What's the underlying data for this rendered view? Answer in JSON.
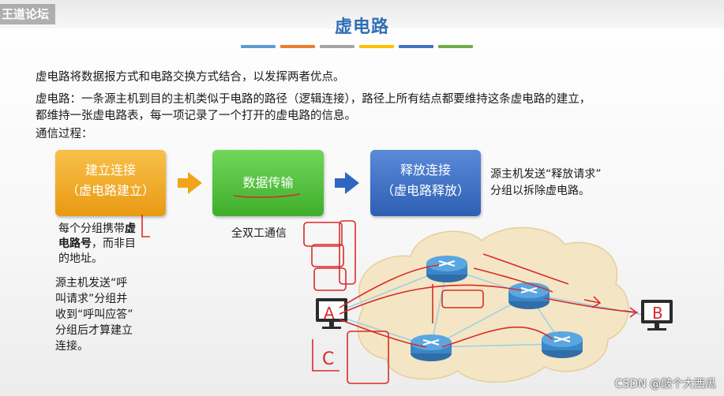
{
  "header": {
    "brand": "王道论坛",
    "title": "虚电路",
    "bar_colors": [
      "#5b9bd5",
      "#ed7d31",
      "#a5a5a5",
      "#ffc000",
      "#4472c4",
      "#70ad47"
    ]
  },
  "paragraphs": {
    "intro": "虚电路将数据报方式和电路交换方式结合，以发挥两者优点。",
    "definition_line1": "虚电路：一条源主机到目的主机类似于电路的路径（逻辑连接），路径上所有结点都要维持这条虚电路的建立，",
    "definition_line2": "都维持一张虚电路表，每一项记录了一个打开的虚电路的信息。",
    "process_label": "通信过程："
  },
  "steps": [
    {
      "line1": "建立连接",
      "line2": "（虚电路建立）"
    },
    {
      "line1": "数据传输",
      "line2": ""
    },
    {
      "line1": "释放连接",
      "line2": "（虚电路释放）"
    }
  ],
  "notes": {
    "release_note_1": "源主机发送“释放请求”",
    "release_note_2": "分组以拆除虚电路。",
    "full_duplex": "全双工通信",
    "setup_1": "每个分组携带",
    "setup_1b": "虚",
    "setup_2a": "电路号",
    "setup_2b": "，而非目",
    "setup_3": "的地址。",
    "call_1": "源主机发送“呼",
    "call_2": "叫请求”分组并",
    "call_3": "收到“呼叫应答”",
    "call_4": "分组后才算建立",
    "call_5": "连接。"
  },
  "hosts": {
    "source": "A",
    "dest": "B",
    "third": "C"
  },
  "watermark": "CSDN @敲个大西瓜"
}
